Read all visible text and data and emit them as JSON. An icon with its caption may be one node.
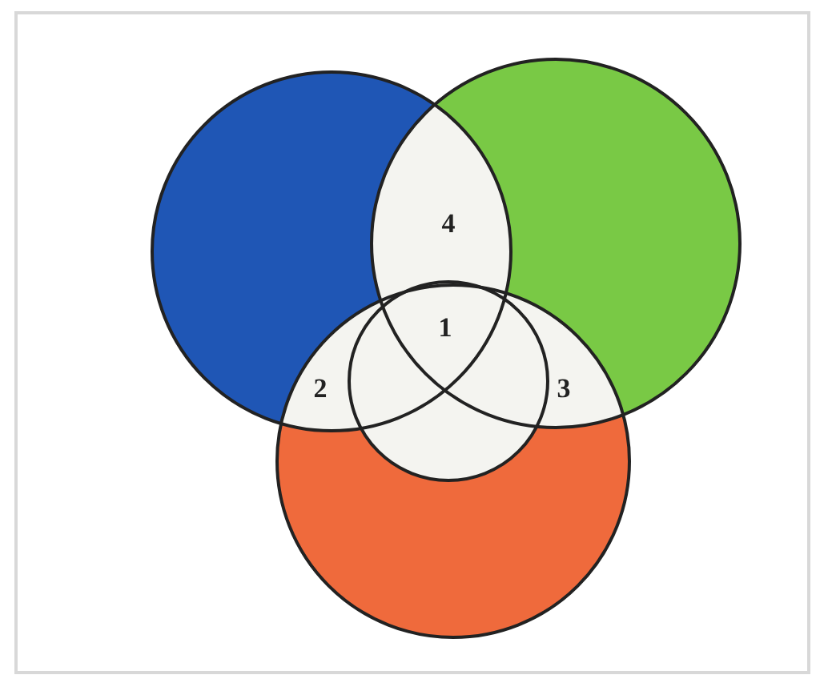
{
  "diagram": {
    "labels": [
      "4",
      "1",
      "2",
      "3"
    ]
  }
}
